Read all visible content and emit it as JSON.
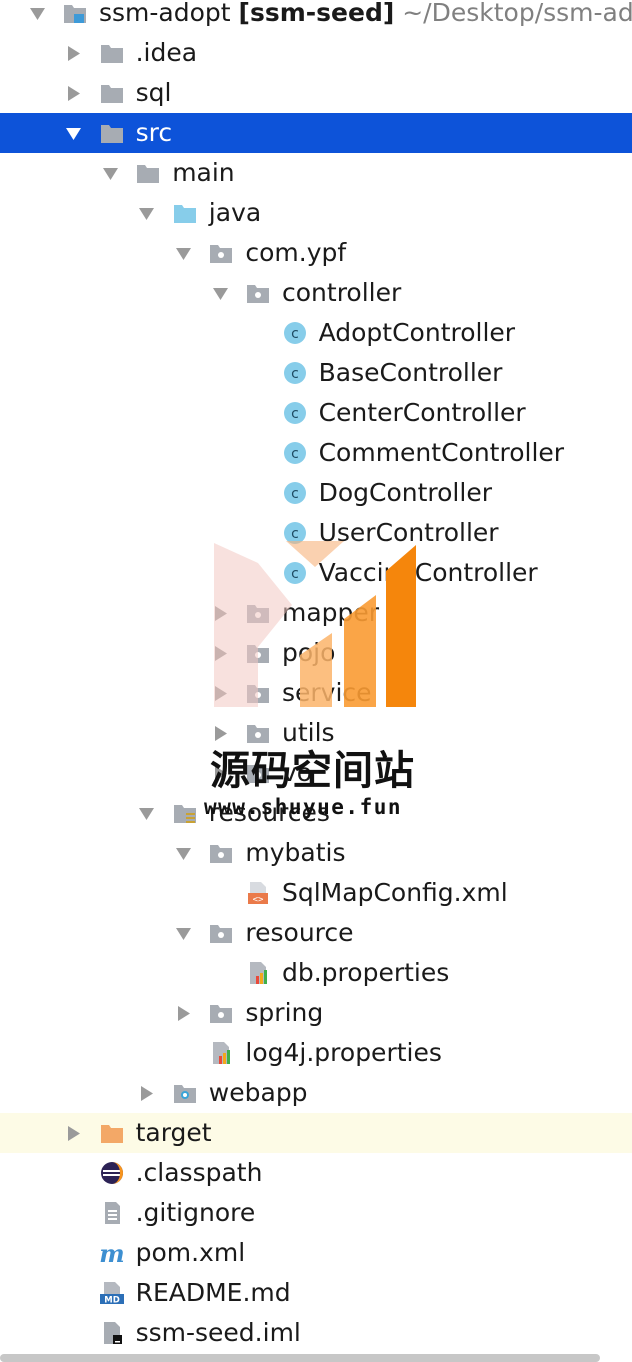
{
  "project_tree": {
    "rows": [
      {
        "level": 0,
        "arrow": "down",
        "icon": "module-folder-icon",
        "label": "ssm-adopt",
        "bold": "[ssm-seed]",
        "path": "~/Desktop/ssm-adop"
      },
      {
        "level": 1,
        "arrow": "right",
        "icon": "folder-icon",
        "label": ".idea"
      },
      {
        "level": 1,
        "arrow": "right",
        "icon": "folder-icon",
        "label": "sql"
      },
      {
        "level": 1,
        "arrow": "down",
        "icon": "folder-icon",
        "label": "src",
        "selected": true
      },
      {
        "level": 2,
        "arrow": "down",
        "icon": "folder-icon",
        "label": "main"
      },
      {
        "level": 3,
        "arrow": "down",
        "icon": "source-folder-icon",
        "label": "java"
      },
      {
        "level": 4,
        "arrow": "down",
        "icon": "package-icon",
        "label": "com.ypf"
      },
      {
        "level": 5,
        "arrow": "down",
        "icon": "package-icon",
        "label": "controller"
      },
      {
        "level": 6,
        "arrow": "none",
        "icon": "java-class-icon",
        "label": "AdoptController"
      },
      {
        "level": 6,
        "arrow": "none",
        "icon": "java-class-icon",
        "label": "BaseController"
      },
      {
        "level": 6,
        "arrow": "none",
        "icon": "java-class-icon",
        "label": "CenterController"
      },
      {
        "level": 6,
        "arrow": "none",
        "icon": "java-class-icon",
        "label": "CommentController"
      },
      {
        "level": 6,
        "arrow": "none",
        "icon": "java-class-icon",
        "label": "DogController"
      },
      {
        "level": 6,
        "arrow": "none",
        "icon": "java-class-icon",
        "label": "UserController"
      },
      {
        "level": 6,
        "arrow": "none",
        "icon": "java-class-icon",
        "label": "VaccineController"
      },
      {
        "level": 5,
        "arrow": "right",
        "icon": "package-icon",
        "label": "mapper"
      },
      {
        "level": 5,
        "arrow": "right",
        "icon": "package-icon",
        "label": "pojo"
      },
      {
        "level": 5,
        "arrow": "right",
        "icon": "package-icon",
        "label": "service"
      },
      {
        "level": 5,
        "arrow": "right",
        "icon": "package-icon",
        "label": "utils"
      },
      {
        "level": 5,
        "arrow": "right",
        "icon": "package-icon",
        "label": "vo"
      },
      {
        "level": 3,
        "arrow": "down",
        "icon": "resources-folder-icon",
        "label": "resources"
      },
      {
        "level": 4,
        "arrow": "down",
        "icon": "package-icon",
        "label": "mybatis"
      },
      {
        "level": 5,
        "arrow": "none",
        "icon": "xml-file-icon",
        "label": "SqlMapConfig.xml"
      },
      {
        "level": 4,
        "arrow": "down",
        "icon": "package-icon",
        "label": "resource"
      },
      {
        "level": 5,
        "arrow": "none",
        "icon": "properties-file-icon",
        "label": "db.properties"
      },
      {
        "level": 4,
        "arrow": "right",
        "icon": "package-icon",
        "label": "spring"
      },
      {
        "level": 4,
        "arrow": "none",
        "icon": "properties-file-icon",
        "label": "log4j.properties"
      },
      {
        "level": 3,
        "arrow": "right",
        "icon": "web-folder-icon",
        "label": "webapp"
      },
      {
        "level": 1,
        "arrow": "right",
        "icon": "excluded-folder-icon",
        "label": "target",
        "excluded": true
      },
      {
        "level": 1,
        "arrow": "none",
        "icon": "eclipse-file-icon",
        "label": ".classpath"
      },
      {
        "level": 1,
        "arrow": "none",
        "icon": "text-file-icon",
        "label": ".gitignore"
      },
      {
        "level": 1,
        "arrow": "none",
        "icon": "maven-file-icon",
        "label": "pom.xml"
      },
      {
        "level": 1,
        "arrow": "none",
        "icon": "markdown-file-icon",
        "label": "README.md"
      },
      {
        "level": 1,
        "arrow": "none",
        "icon": "iml-file-icon",
        "label": "ssm-seed.iml"
      }
    ]
  },
  "watermark": {
    "title": "源码空间站",
    "url": "www.shuyue.fun"
  },
  "colors": {
    "selection": "#0d53d9",
    "excluded_row": "#fdfbe6",
    "folder": "#a7acb3",
    "source_folder": "#87cdea",
    "class_icon": "#87cdea",
    "excluded_folder": "#f3a867"
  }
}
